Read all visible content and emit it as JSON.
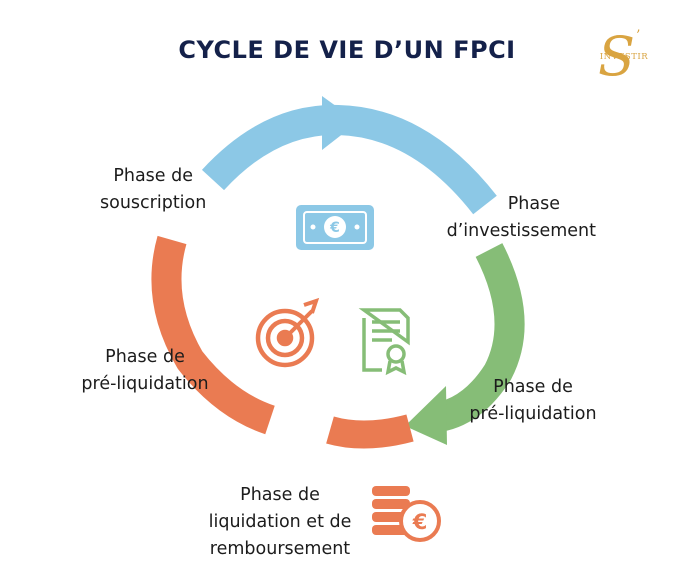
{
  "title": "CYCLE DE VIE D’UN FPCI",
  "logo": {
    "text": "INVESTIR",
    "letter": "S",
    "mark": "’"
  },
  "phases": {
    "souscription": [
      "Phase de",
      "souscription"
    ],
    "investissement": [
      "Phase",
      "d’investissement"
    ],
    "pre_liquidation_right": [
      "Phase de",
      "pré-liquidation"
    ],
    "liquidation": [
      "Phase de",
      "liquidation et de",
      "remboursement"
    ],
    "pre_liquidation_left": [
      "Phase de",
      "pré-liquidation"
    ]
  },
  "icons": [
    "banknote-euro-icon",
    "certificate-icon",
    "target-arrow-icon",
    "coins-euro-icon"
  ],
  "colors": {
    "title": "#14214a",
    "blue": "#8cc8e6",
    "green": "#86bd77",
    "orange": "#ea7b52",
    "logo": "#d9a441"
  }
}
